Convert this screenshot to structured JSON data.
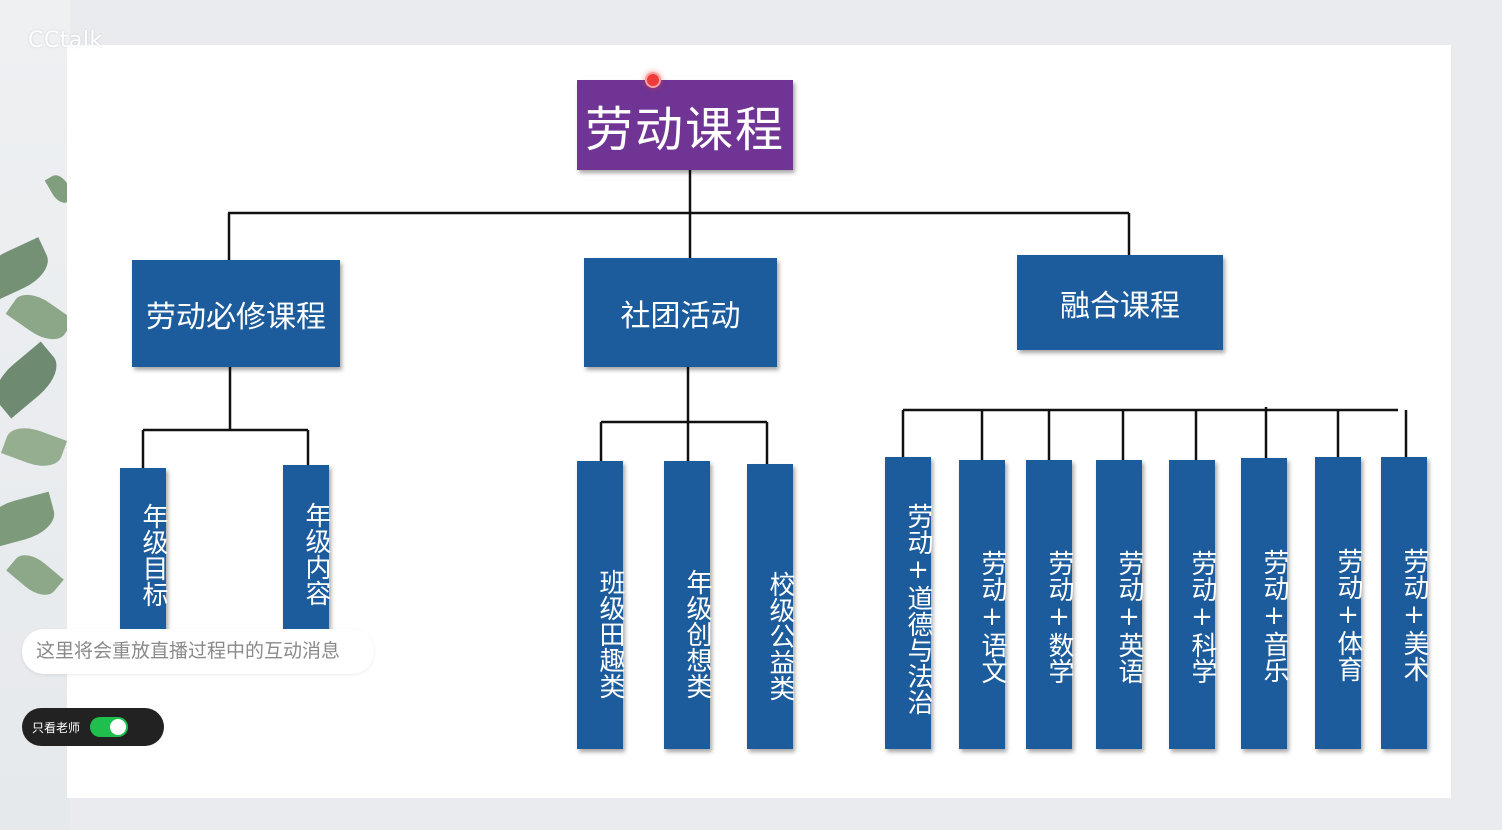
{
  "app": {
    "brand": "CCtalk"
  },
  "diagram": {
    "root": "劳动课程",
    "branches": [
      {
        "label": "劳动必修课程",
        "children": [
          "年级目标",
          "年级内容"
        ]
      },
      {
        "label": "社团活动",
        "children": [
          "班级田趣类",
          "年级创想类",
          "校级公益类"
        ]
      },
      {
        "label": "融合课程",
        "children": [
          "劳动+道德与法治",
          "劳动+语文",
          "劳动+数学",
          "劳动+英语",
          "劳动+科学",
          "劳动+音乐",
          "劳动+体育",
          "劳动+美术"
        ]
      }
    ]
  },
  "chat": {
    "placeholder_message": "这里将会重放直播过程中的互动消息"
  },
  "filter": {
    "only_teacher_label": "只看老师",
    "only_teacher_on": true
  },
  "colors": {
    "root": "#6f3494",
    "node": "#1c5c9c",
    "toggle_on": "#1fbf4e"
  }
}
